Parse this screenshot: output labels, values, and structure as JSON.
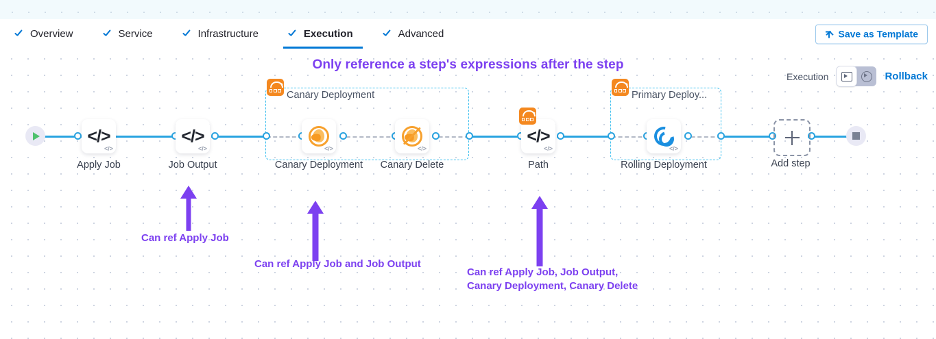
{
  "tabs": [
    {
      "label": "Overview",
      "active": false,
      "icon": "check-icon"
    },
    {
      "label": "Service",
      "active": false,
      "icon": "check-icon"
    },
    {
      "label": "Infrastructure",
      "active": false,
      "icon": "check-icon"
    },
    {
      "label": "Execution",
      "active": true,
      "icon": "check-icon"
    },
    {
      "label": "Advanced",
      "active": false,
      "icon": "check-icon"
    }
  ],
  "toolbar": {
    "save_template_label": "Save as Template",
    "save_icon": "upload-icon"
  },
  "canvas": {
    "headline": "Only reference a step's expressions after the step",
    "execution_label": "Execution",
    "rollback_label": "Rollback",
    "toggle": {
      "execution_icon": "execution-view-icon",
      "rollback_icon": "rollback-view-icon",
      "selected": "execution"
    }
  },
  "pipeline": {
    "start_node": "pipeline-start",
    "end_node": "pipeline-end",
    "add_step_label": "Add step",
    "steps": [
      {
        "id": "apply-job",
        "label": "Apply Job",
        "icon": "code-icon",
        "badge": "</>"
      },
      {
        "id": "job-output",
        "label": "Job Output",
        "icon": "code-icon",
        "badge": "</>"
      },
      {
        "id": "canary-deployment",
        "label": "Canary Deployment",
        "icon": "canary-icon",
        "badge": "</>"
      },
      {
        "id": "canary-delete",
        "label": "Canary Delete",
        "icon": "canary-delete-icon",
        "badge": "</>"
      },
      {
        "id": "path",
        "label": "Path",
        "icon": "code-icon",
        "badge": "</>"
      },
      {
        "id": "rolling-deployment",
        "label": "Rolling Deployment",
        "icon": "rolling-icon",
        "badge": "</>"
      }
    ],
    "groups": [
      {
        "id": "canary-deployment-group",
        "label": "Canary Deployment",
        "badge_icon": "step-group-icon",
        "collapse_icon": "collapse-icon"
      },
      {
        "id": "primary-deployment-group",
        "label": "Primary Deploy...",
        "badge_icon": "step-group-icon",
        "collapse_icon": "collapse-icon"
      }
    ]
  },
  "annotations": [
    {
      "id": "annot-1",
      "text": "Can ref Apply Job"
    },
    {
      "id": "annot-2",
      "text": "Can ref Apply Job and Job Output"
    },
    {
      "id": "annot-3-line-1",
      "text": "Can ref Apply Job, Job Output,"
    },
    {
      "id": "annot-3-line-2",
      "text": "Canary Deployment, Canary Delete"
    }
  ],
  "colors": {
    "accent_blue": "#0278d5",
    "link_blue": "#29a3e0",
    "annotation_purple": "#7c40f0",
    "group_border": "#3ec0ef",
    "badge_orange": "#f4881f"
  }
}
